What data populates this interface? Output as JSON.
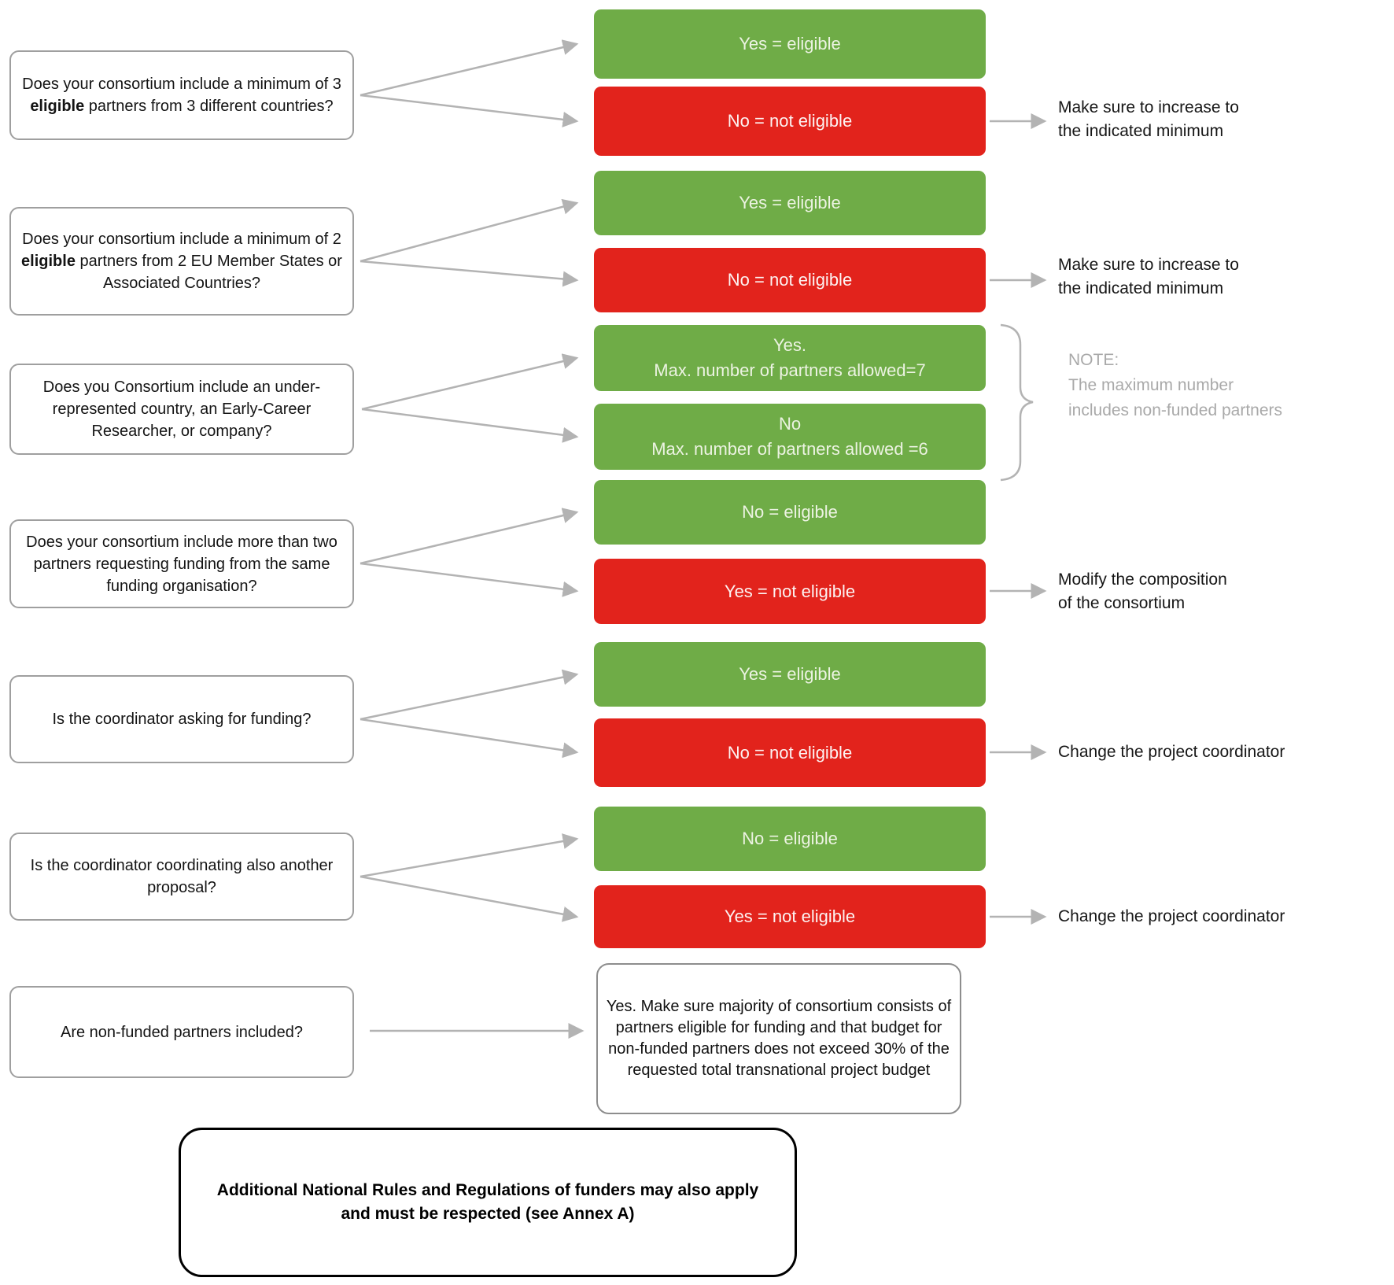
{
  "colors": {
    "eligible_green": "#6fac47",
    "not_eligible_red": "#e2231c",
    "arrow_gray": "#b3b3b3",
    "note_gray": "#a9a9a9"
  },
  "rows": [
    {
      "question": {
        "pre": "Does your consortium include a minimum of 3 ",
        "bold": "eligible",
        "post": " partners from 3 different countries?"
      },
      "answers": [
        {
          "kind": "green",
          "line1": "Yes = eligible",
          "line2": ""
        },
        {
          "kind": "red",
          "line1": "No = not eligible",
          "line2": ""
        }
      ],
      "action": {
        "line1": "Make sure to increase to",
        "line2": "the indicated minimum"
      }
    },
    {
      "question": {
        "pre": "Does your consortium include a minimum of 2 ",
        "bold": "eligible",
        "post": " partners from 2 EU Member States or Associated Countries?"
      },
      "answers": [
        {
          "kind": "green",
          "line1": "Yes = eligible",
          "line2": ""
        },
        {
          "kind": "red",
          "line1": "No = not eligible",
          "line2": ""
        }
      ],
      "action": {
        "line1": "Make sure to increase to",
        "line2": "the indicated minimum"
      }
    },
    {
      "question": {
        "pre": "Does you Consortium include an under-represented country, an Early-Career Researcher, or company?",
        "bold": "",
        "post": ""
      },
      "answers": [
        {
          "kind": "green",
          "line1": "Yes.",
          "line2": "Max. number of partners allowed=7"
        },
        {
          "kind": "green",
          "line1": "No",
          "line2": "Max. number of partners allowed =6"
        }
      ],
      "note": {
        "title": "NOTE:",
        "line1": "The maximum number",
        "line2": "includes non-funded partners"
      }
    },
    {
      "question": {
        "pre": "Does your consortium include more than two partners requesting funding from the same funding organisation?",
        "bold": "",
        "post": ""
      },
      "answers": [
        {
          "kind": "green",
          "line1": "No = eligible",
          "line2": ""
        },
        {
          "kind": "red",
          "line1": "Yes = not eligible",
          "line2": ""
        }
      ],
      "action": {
        "line1": "Modify the composition",
        "line2": "of the consortium"
      }
    },
    {
      "question": {
        "pre": "Is the coordinator asking for funding?",
        "bold": "",
        "post": ""
      },
      "answers": [
        {
          "kind": "green",
          "line1": "Yes = eligible",
          "line2": ""
        },
        {
          "kind": "red",
          "line1": "No = not eligible",
          "line2": ""
        }
      ],
      "action": {
        "line1": "Change the project coordinator",
        "line2": ""
      }
    },
    {
      "question": {
        "pre": "Is the coordinator coordinating also another proposal?",
        "bold": "",
        "post": ""
      },
      "answers": [
        {
          "kind": "green",
          "line1": "No = eligible",
          "line2": ""
        },
        {
          "kind": "red",
          "line1": "Yes = not eligible",
          "line2": ""
        }
      ],
      "action": {
        "line1": "Change the project coordinator",
        "line2": ""
      }
    },
    {
      "question": {
        "pre": "Are non-funded partners included?",
        "bold": "",
        "post": ""
      },
      "outcome": "Yes. Make sure majority of consortium consists of partners eligible for funding and that budget for non-funded partners does not exceed 30% of the requested total transnational project budget"
    }
  ],
  "footer": "Additional National Rules and Regulations of funders may also apply and must be respected (see Annex A)"
}
